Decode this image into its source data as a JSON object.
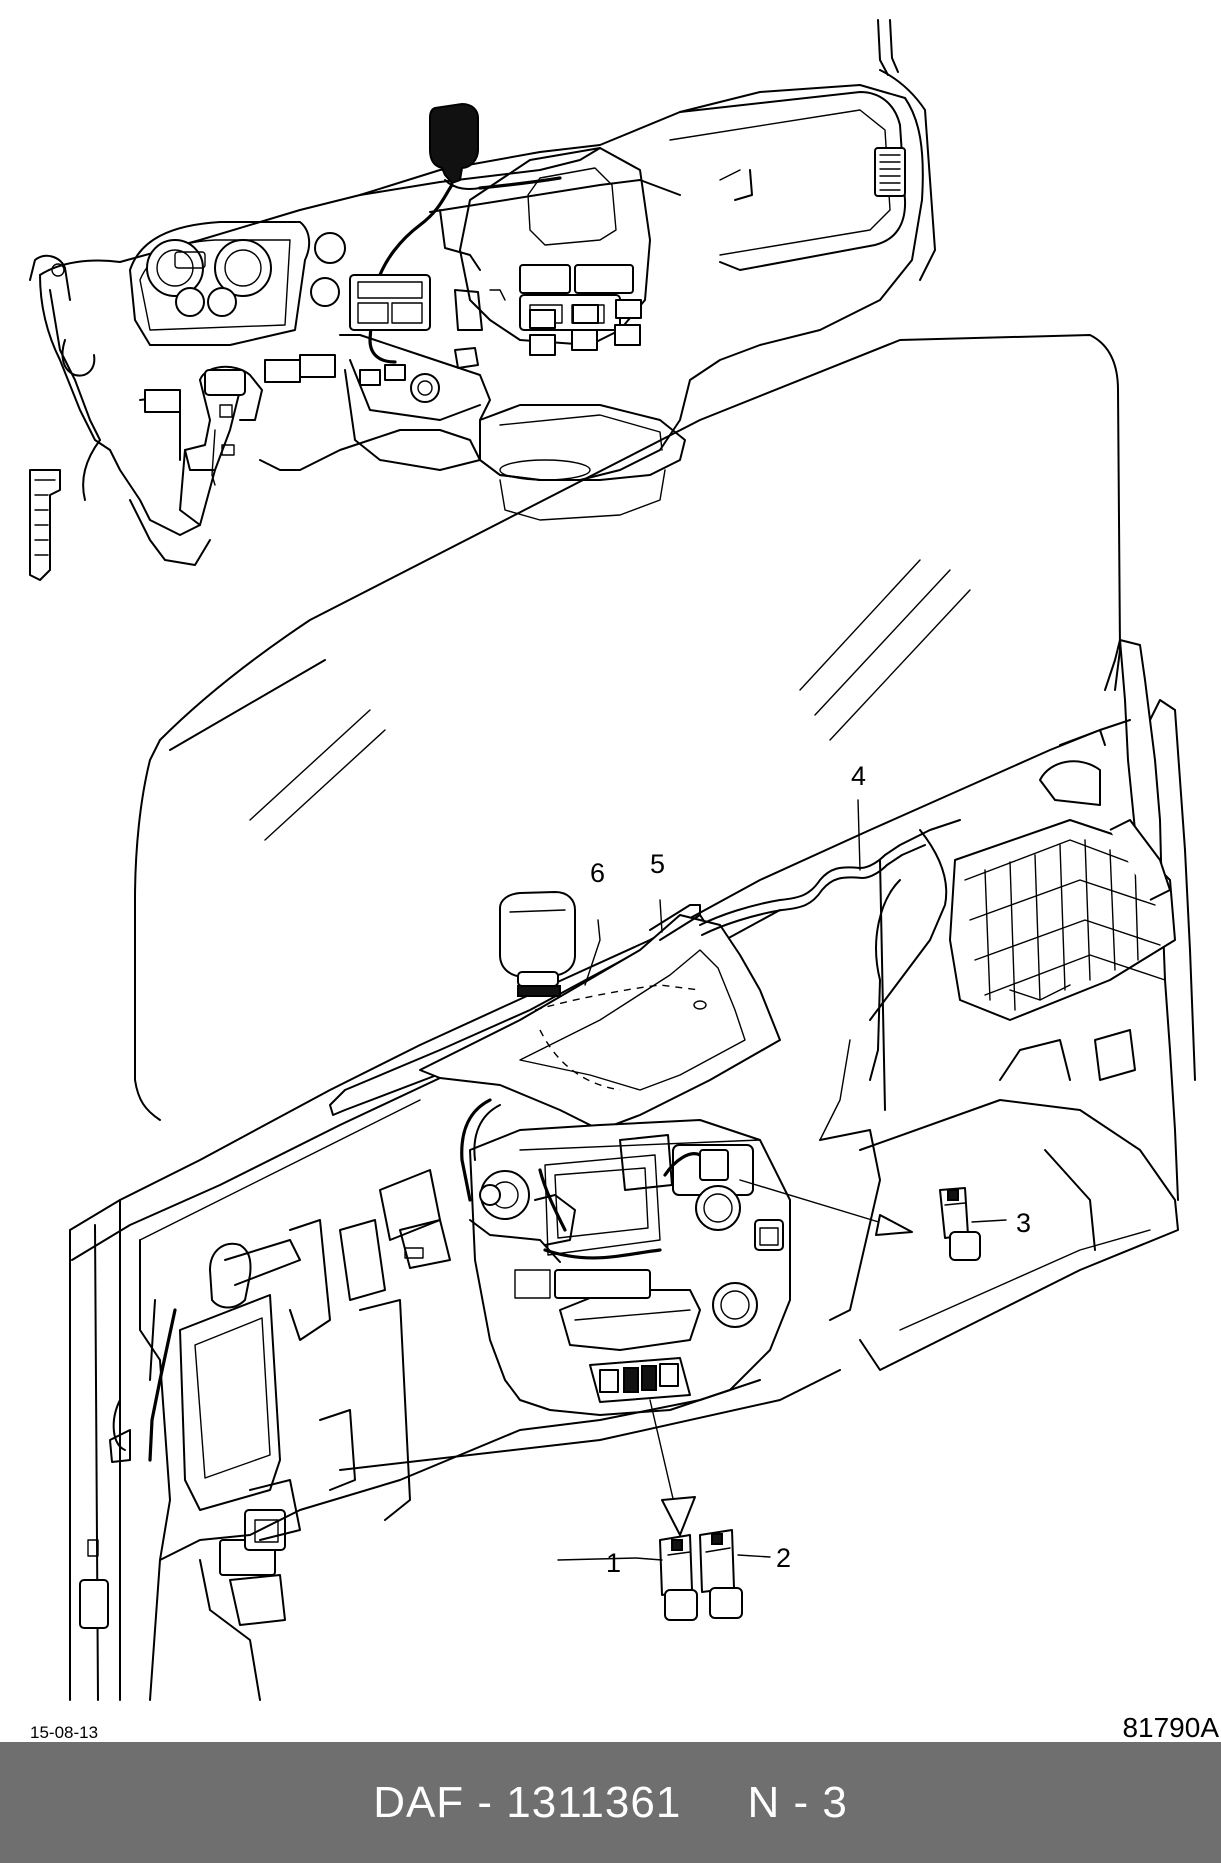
{
  "diagram": {
    "callouts": [
      "1",
      "2",
      "3",
      "4",
      "5",
      "6"
    ],
    "date": "15-08-13",
    "drawing_code": "81790A"
  },
  "footer": {
    "text": "DAF - 1311361     N - 3"
  },
  "colors": {
    "footer_background": "#6f6f6f",
    "footer_text": "#ffffff",
    "line_art": "#000000"
  }
}
